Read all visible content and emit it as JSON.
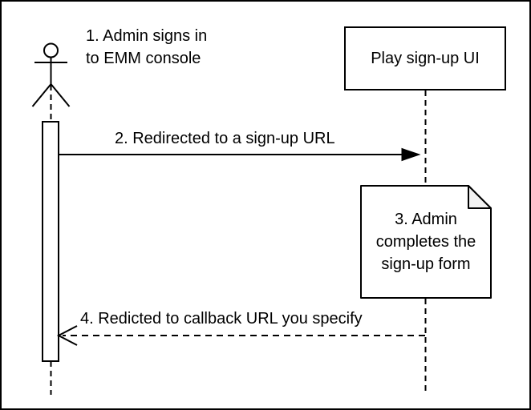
{
  "colors": {
    "stroke": "#000000",
    "background": "#ffffff",
    "note_fold_fill": "#f2f2f2"
  },
  "diagram": {
    "type": "sequence",
    "participants": [
      {
        "id": "admin-actor",
        "kind": "actor",
        "label": ""
      },
      {
        "id": "play-signup-ui",
        "kind": "lifeline-box",
        "label": "Play sign-up UI"
      }
    ],
    "annotations": [
      {
        "id": "step-1",
        "text": "1. Admin signs in\nto EMM console"
      }
    ],
    "messages": [
      {
        "id": "step-2",
        "style": "solid-arrow",
        "from": "admin-actor",
        "to": "play-signup-ui",
        "text": "2. Redirected to a sign-up URL"
      },
      {
        "id": "step-4",
        "style": "dashed-open-arrow",
        "from": "play-signup-ui",
        "to": "admin-actor",
        "text": "4. Redicted to callback URL you specify"
      }
    ],
    "note": {
      "id": "step-3",
      "text": "3. Admin\ncompletes the\nsign-up form"
    }
  }
}
